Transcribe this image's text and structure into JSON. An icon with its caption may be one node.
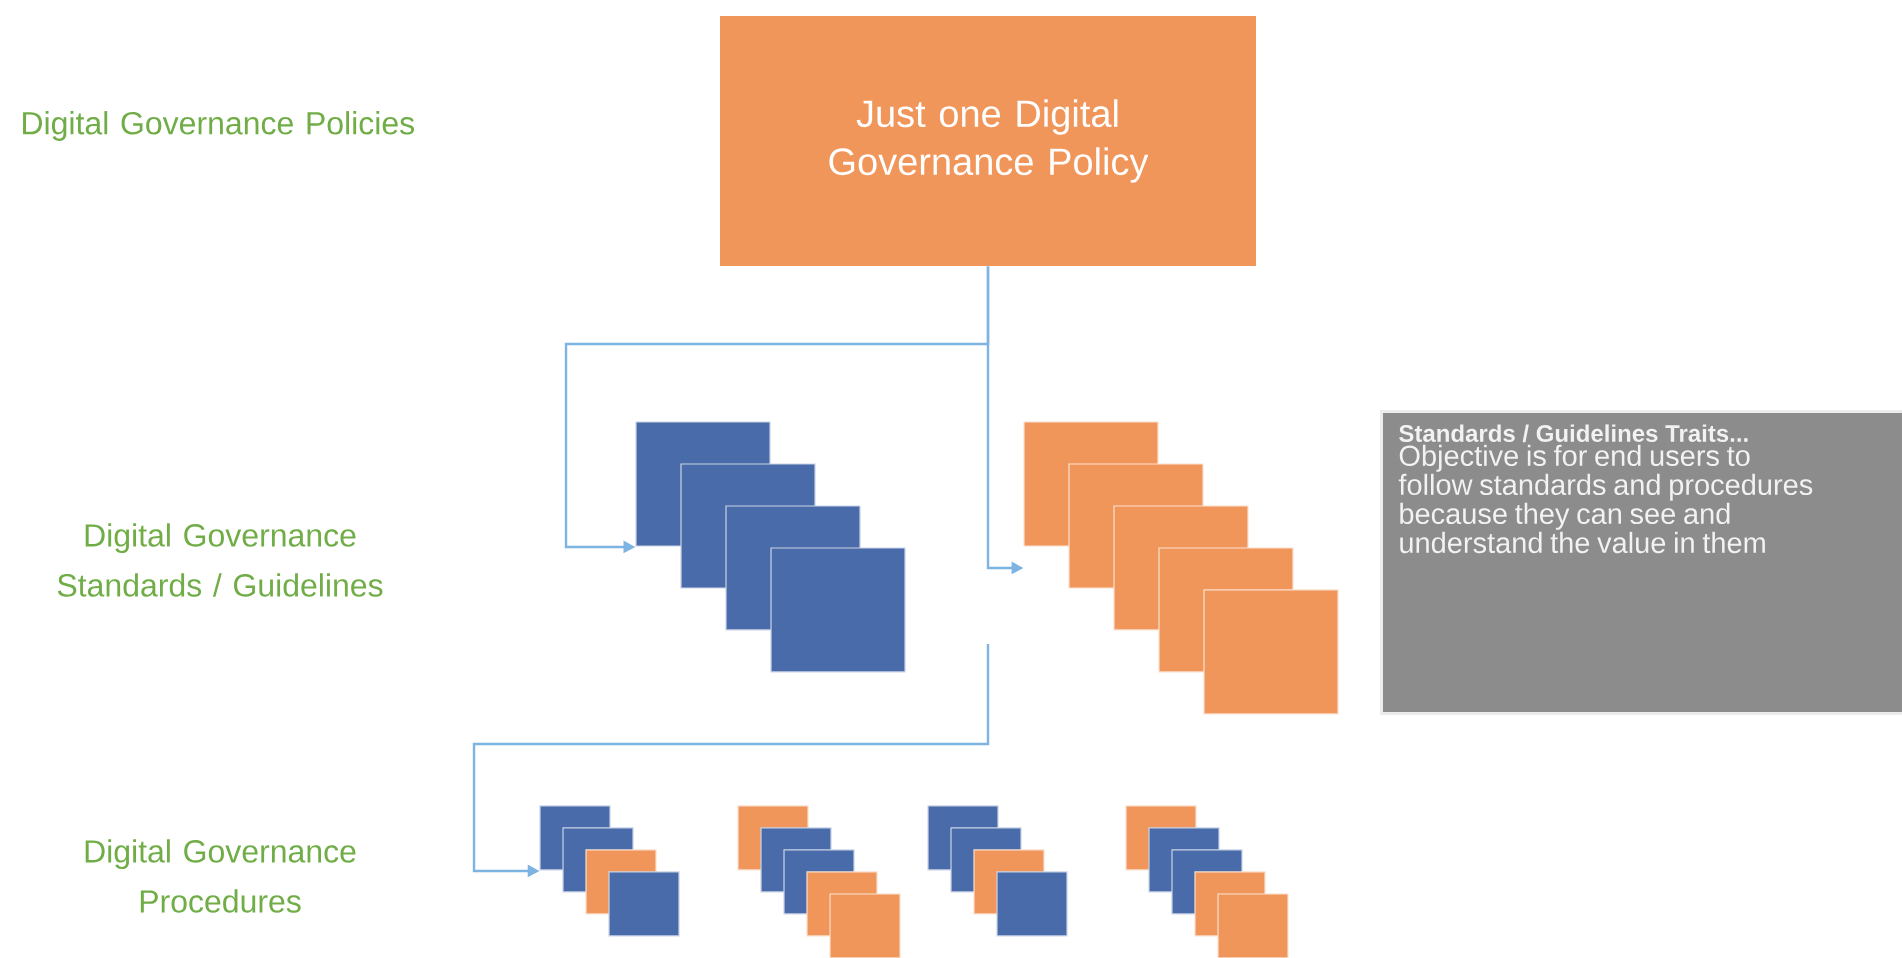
{
  "diagram": {
    "nodes": [
      {
        "text": [
          "Just one Digital Governance Policy"
        ]
      },
      {
        "text": [],
        "shape": "box"
      },
      {
        "text": [],
        "shape": "box"
      },
      {
        "text": [
          "Standards / Guidelines Traits...",
          "Objective is for end users to follow standards and procedures because they can see and understand the value in them"
        ]
      },
      {
        "text": [],
        "shape": "box"
      },
      {
        "text": [],
        "shape": "box"
      },
      {
        "text": [],
        "shape": "box"
      },
      {
        "text": [],
        "shape": "box"
      }
    ],
    "edges": [
      {
        "from": 0,
        "to": 1,
        "arrow": "to"
      },
      {
        "from": 0,
        "to": 2,
        "arrow": "to"
      },
      {
        "from": null,
        "to": 4,
        "arrow": "to"
      }
    ],
    "labels": [
      "Digital Governance Policies",
      "Digital Governance Standards / Guidelines",
      "Digital Governance Procedures"
    ]
  }
}
